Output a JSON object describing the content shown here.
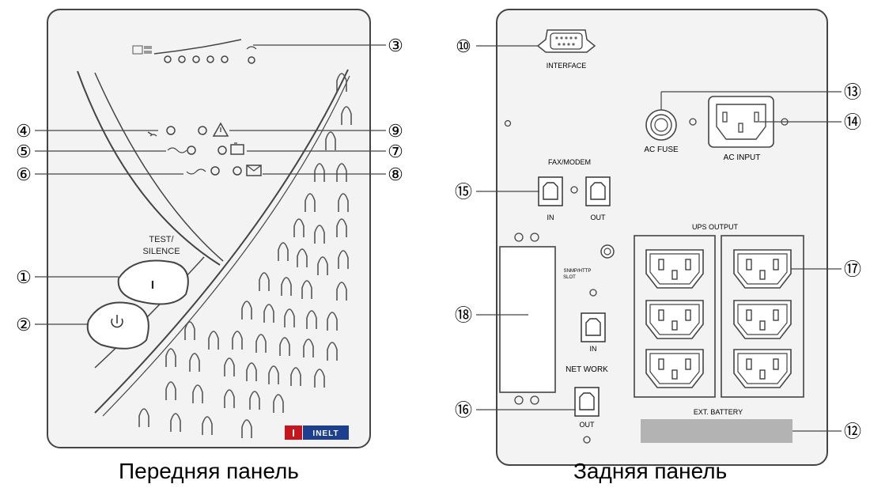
{
  "front": {
    "caption": "Передняя панель",
    "test_label_1": "TEST/",
    "test_label_2": "SILENCE",
    "test_symbol": "I",
    "brand": "INELT",
    "callouts": [
      "③",
      "④",
      "⑤",
      "⑥",
      "⑦",
      "⑧",
      "⑨",
      "①",
      "②"
    ]
  },
  "rear": {
    "caption": "Задняя панель",
    "interface": "INTERFACE",
    "ac_fuse": "AC FUSE",
    "ac_input": "AC INPUT",
    "fax_modem": "FAX/MODEM",
    "fax_in": "IN",
    "fax_out": "OUT",
    "ups_output": "UPS OUTPUT",
    "snmp_1": "SNMP/HTTP",
    "snmp_2": "SLOT",
    "net_in": "IN",
    "network": "NET WORK",
    "net_out": "OUT",
    "ext_battery": "EXT. BATTERY",
    "callouts": [
      "⑩",
      "⑬",
      "⑭",
      "⑮",
      "⑰",
      "⑱",
      "⑯",
      "⑫"
    ]
  },
  "colors": {
    "panel_fill": "#f2f2f2",
    "stroke": "#555555",
    "battery_bar": "#b3b3b3",
    "brand_red": "#c4161c",
    "brand_blue": "#1d3f8f"
  }
}
